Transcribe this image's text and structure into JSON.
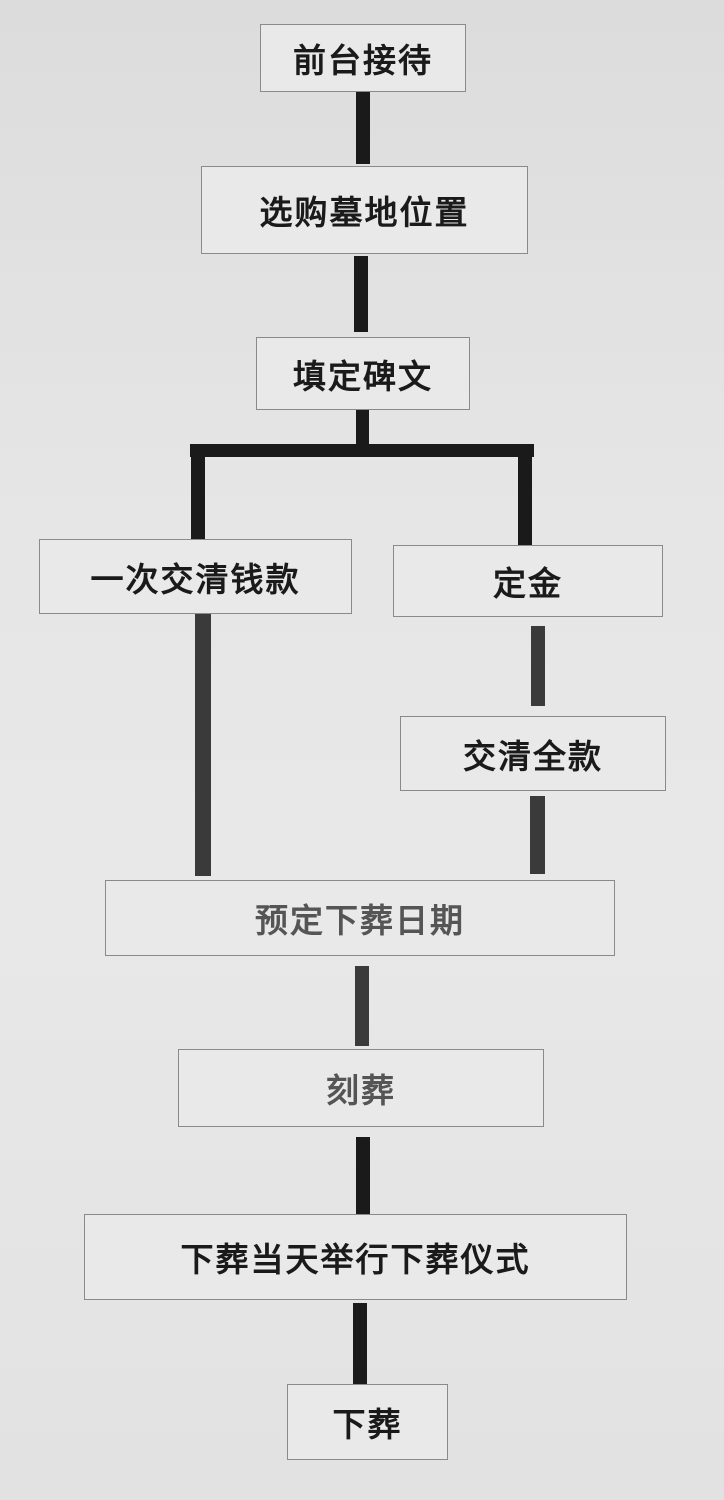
{
  "flowchart": {
    "steps": {
      "reception": "前台接待",
      "choose_plot": "选购墓地位置",
      "fill_inscription": "填定碑文",
      "pay_full_once": "一次交清钱款",
      "deposit": "定金",
      "pay_balance": "交清全款",
      "schedule_burial": "预定下葬日期",
      "engrave": "刻葬",
      "ceremony": "下葬当天举行下葬仪式",
      "burial": "下葬"
    }
  }
}
